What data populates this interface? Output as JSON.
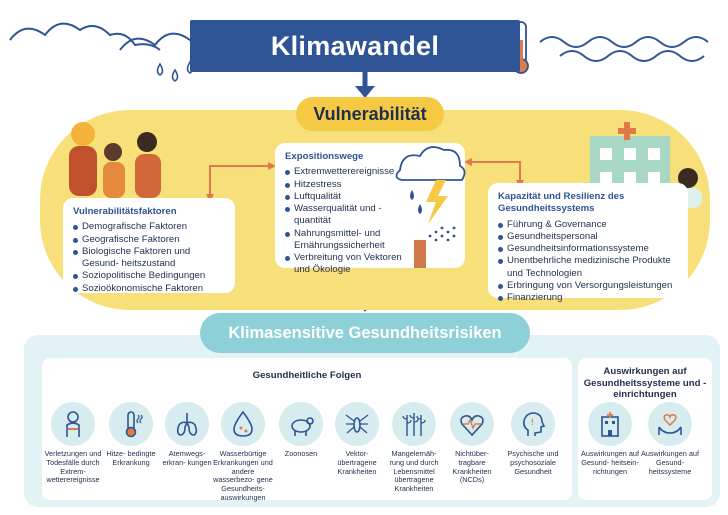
{
  "title": "Klimawandel",
  "vulnerability": {
    "title": "Vulnerabilität",
    "factors": {
      "heading": "Vulnerabilitätsfaktoren",
      "items": [
        "Demografische Faktoren",
        "Geografische Faktoren",
        "Biologische Faktoren und Gesund- heitszustand",
        "Soziopolitische Bedingungen",
        "Sozioökonomische Faktoren"
      ]
    },
    "exposure": {
      "heading": "Expositionswege",
      "items": [
        "Extremwetterereignisse",
        "Hitzestress",
        "Luftqualität",
        "Wasserqualität und -quantität",
        "Nahrungsmittel- und Ernährungssicherheit",
        "Verbreitung von Vektoren und Ökologie"
      ]
    },
    "capacity": {
      "heading": "Kapazität und Resilienz des Gesundheitssystems",
      "items": [
        "Führung & Governance",
        "Gesundheitspersonal",
        "Gesundheitsinformationssysteme",
        "Unentbehrliche medizinische Produkte und Technologien",
        "Erbringung von Versorgungsleistungen",
        "Finanzierung"
      ]
    }
  },
  "risks": {
    "title": "Klimasensitive Gesundheitsrisiken",
    "health_heading": "Gesundheitliche Folgen",
    "health_items": [
      {
        "label": "Verletzungen und Todesfälle durch Extrem- wetterereignisse",
        "icon": "injury-icon"
      },
      {
        "label": "Hitze- bedingte Erkrankung",
        "icon": "thermometer-icon"
      },
      {
        "label": "Atemwegs- erkran- kungen",
        "icon": "lungs-icon"
      },
      {
        "label": "Wasserbürtige Erkrankungen und andere wasserbezo- gene Gesundheits- auswirkungen",
        "icon": "water-drop-icon"
      },
      {
        "label": "Zoonosen",
        "icon": "animals-icon"
      },
      {
        "label": "Vektor- übertragene Krankheiten",
        "icon": "mosquito-icon"
      },
      {
        "label": "Mangelernäh- rung und durch Lebensmittel übertragene Krankheiten",
        "icon": "crops-icon"
      },
      {
        "label": "Nichtüber- tragbare Krankheiten (NCDs)",
        "icon": "heart-pulse-icon"
      },
      {
        "label": "Psychische und psychosoziale Gesundheit",
        "icon": "head-icon"
      }
    ],
    "system_heading": "Auswirkungen auf Gesundheitssysteme und -einrichtungen",
    "system_items": [
      {
        "label": "Auswirkungen auf Gesund- heitsein- richtungen",
        "icon": "hospital-icon"
      },
      {
        "label": "Auswirkungen auf Gesund- heitssysteme",
        "icon": "hands-heart-icon"
      }
    ]
  },
  "colors": {
    "navy": "#2e5496",
    "yellow": "#f7e07a",
    "yellow_pill": "#f6c944",
    "teal": "#8ed0d8",
    "light_blue": "#e3f2f4",
    "arrow_orange": "#e07a4a"
  }
}
